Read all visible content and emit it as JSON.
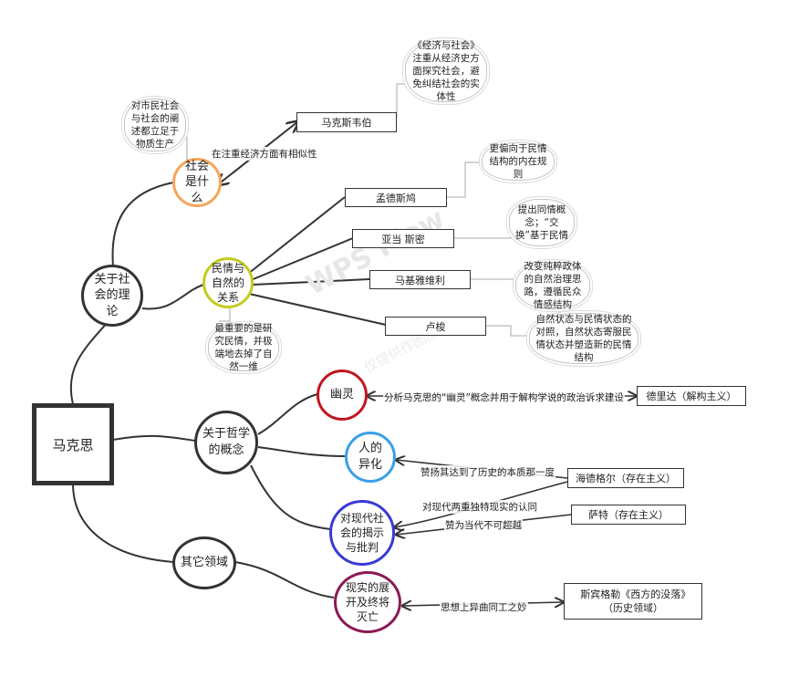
{
  "watermark": {
    "brand": "WPS Flow",
    "note": "仅提供作图能力"
  },
  "colors": {
    "line": "#333333",
    "thin_line": "#9a9a9a",
    "social": "#f5a55a",
    "minqing": "#c2cc1f",
    "ghost": "#c0161f",
    "alienation": "#3a9fe8",
    "critique": "#3a3ad6",
    "reality": "#8b1a55"
  },
  "nodes": {
    "root": "马克思",
    "theory": "关于社会的理论",
    "social": "社会是什么",
    "minqing": "民情与自然的关系",
    "philosophy": "关于哲学的概念",
    "ghost": "幽灵",
    "alienation": "人的异化",
    "critique": "对现代社会的揭示与批判",
    "other": "其它领域",
    "reality": "现实的展开及终将灭亡",
    "weber": "马克斯韦伯",
    "montesquieu": "孟德斯鸠",
    "smith": "亚当 斯密",
    "machiavelli": "马基雅维利",
    "rousseau": "卢梭",
    "derrida": "德里达（解构主义）",
    "heidegger": "海德格尔（存在主义）",
    "sartre": "萨特（存在主义）",
    "spengler": "斯宾格勒《西方的没落》（历史领域）"
  },
  "notes": {
    "civil": "对市民社会与社会的阐述都立足于物质生产",
    "economy": "《经济与社会》注重从经济史方面探究社会，避免纠结社会的实体性",
    "montesquieu": "更偏向于民情结构的内在规则",
    "smith": "提出同情概念；“交换”基于民情",
    "machiavelli": "改变纯粹政体的自然治理思路，遵循民众情感结构",
    "rousseau": "自然状态与民情状态的对照，自然状态寄服民情状态并塑造新的民情结构",
    "research": "最重要的是研究民情，并极端地去掉了自然一维"
  },
  "edge_labels": {
    "weber": "在注重经济方面有相似性",
    "ghost": "分析马克思的“幽灵”概念并用于解构学说的政治诉求建设",
    "heidegger": "赞扬其达到了历史的本质那一度",
    "critique": "对现代两重独特现实的认同",
    "sartre": "赞为当代不可超越",
    "spengler": "思想上异曲同工之妙"
  }
}
